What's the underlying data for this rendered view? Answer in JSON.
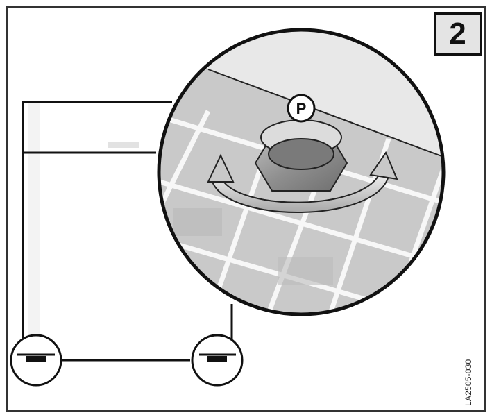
{
  "step_label": "2",
  "callout_label": "P",
  "reference_code": "LA2505-030",
  "colors": {
    "outline": "#111111",
    "panel_gray": "#c9c9c9",
    "light_gray": "#e9e9e9",
    "mid_gray": "#9a9a9a",
    "arrow_fill": "#d8d8d8"
  },
  "icons": [
    "adjustable-foot-icon",
    "rotate-arrow-icon"
  ]
}
